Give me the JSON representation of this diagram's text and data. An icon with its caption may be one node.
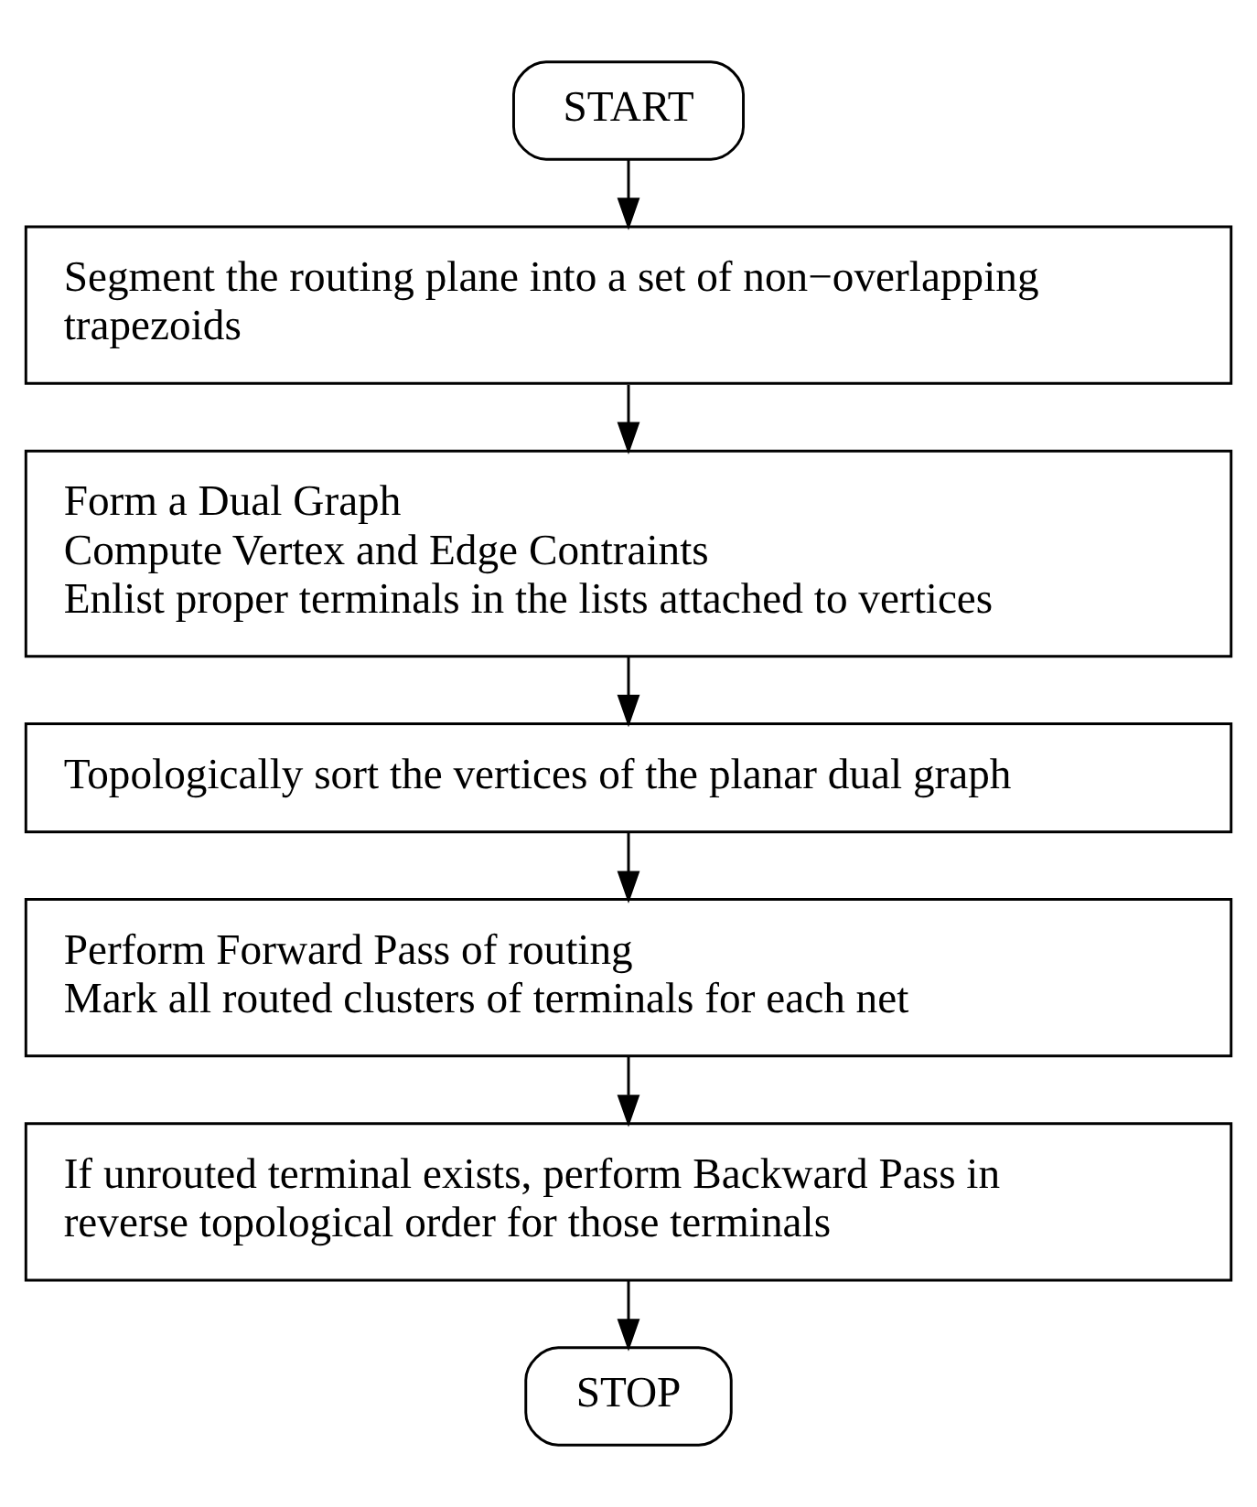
{
  "diagram": {
    "nodes": [
      {
        "text": [
          "START"
        ]
      },
      {
        "text": [
          "Segment the routing plane into a set of non−overlapping trapezoids"
        ]
      },
      {
        "text": [
          "Form a Dual Graph",
          "Compute Vertex and Edge Contraints",
          "Enlist proper terminals in the lists attached to vertices"
        ]
      },
      {
        "text": [
          "Topologically sort the vertices of the planar dual graph"
        ]
      },
      {
        "text": [
          "Perform Forward Pass of routing",
          "Mark all routed clusters of terminals for each net"
        ]
      },
      {
        "text": [
          "If unrouted terminal exists, perform Backward Pass in reverse topological order for those terminals"
        ]
      },
      {
        "text": [
          "STOP"
        ]
      }
    ],
    "edges": [
      {
        "from": 0,
        "to": 1,
        "arrow": "to"
      },
      {
        "from": 1,
        "to": 2,
        "arrow": "to"
      },
      {
        "from": 2,
        "to": 3,
        "arrow": "to"
      },
      {
        "from": 3,
        "to": 4,
        "arrow": "to"
      },
      {
        "from": 4,
        "to": 5,
        "arrow": "to"
      },
      {
        "from": 5,
        "to": 6,
        "arrow": "to"
      }
    ]
  }
}
